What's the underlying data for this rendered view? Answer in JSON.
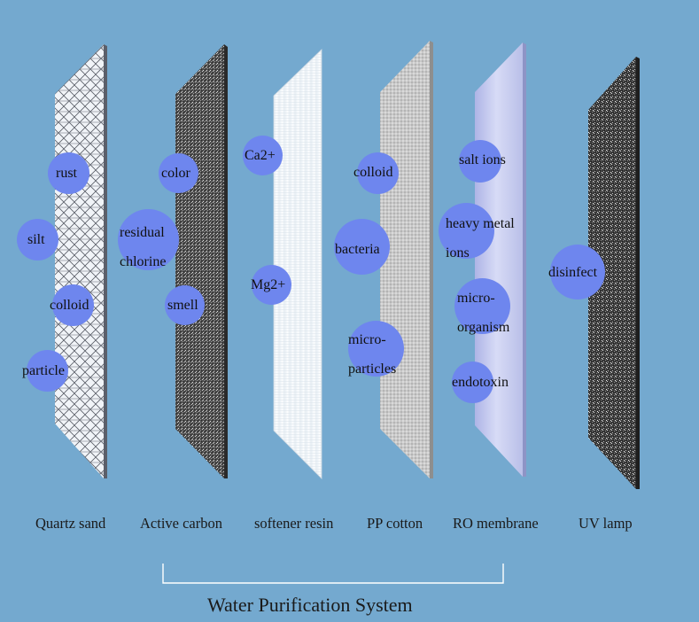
{
  "title": "Water Purification System",
  "stages": [
    {
      "name": "Quartz sand",
      "contaminants": [
        "rust",
        "silt",
        "colloid",
        "particle"
      ]
    },
    {
      "name": "Active carbon",
      "contaminants": [
        "color",
        "residual chlorine",
        "smell"
      ]
    },
    {
      "name": "softener resin",
      "contaminants": [
        "Ca2+",
        "Mg2+"
      ]
    },
    {
      "name": "PP cotton",
      "contaminants": [
        "colloid",
        "bacteria",
        "micro-particles"
      ]
    },
    {
      "name": "RO membrane",
      "contaminants": [
        "salt ions",
        "heavy metal ions",
        "micro-organism",
        "endotoxin"
      ]
    },
    {
      "name": "UV lamp",
      "contaminants": [
        "disinfect"
      ]
    }
  ],
  "colors": {
    "background": "#74a9cf",
    "bubble": "#6e86ee"
  }
}
